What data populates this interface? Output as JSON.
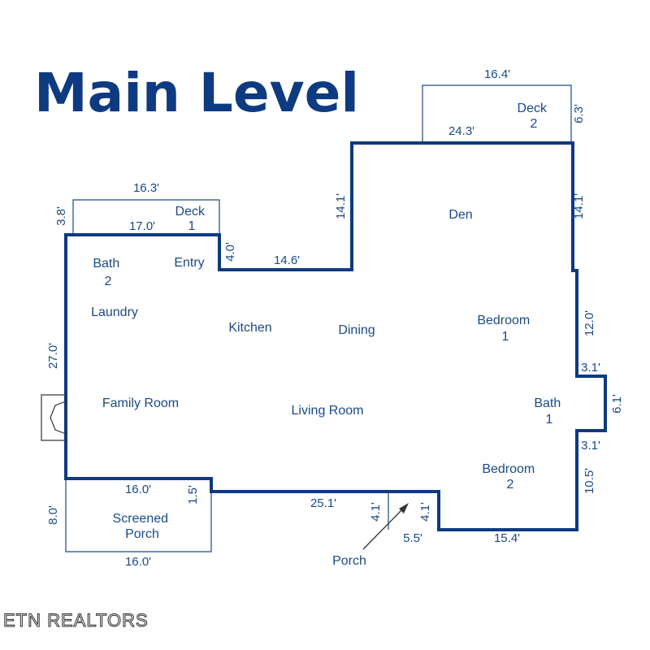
{
  "title": "Main Level",
  "brand": "ETN REALTORS",
  "rooms": {
    "deck1": [
      "Deck",
      "1"
    ],
    "deck2": [
      "Deck",
      "2"
    ],
    "bath2": [
      "Bath",
      "2"
    ],
    "entry": "Entry",
    "laundry": "Laundry",
    "kitchen": "Kitchen",
    "dining": "Dining",
    "den": "Den",
    "bedroom1": [
      "Bedroom",
      "1"
    ],
    "family_room": "Family Room",
    "living_room": "Living Room",
    "bath1": [
      "Bath",
      "1"
    ],
    "bedroom2": [
      "Bedroom",
      "2"
    ],
    "screened_porch": [
      "Screened",
      "Porch"
    ],
    "porch": "Porch"
  },
  "dimensions": {
    "deck1_width": "16.3'",
    "deck1_depth": "3.8'",
    "deck1_wall": "17.0'",
    "entry_step": "4.0'",
    "kitchen_wall": "14.6'",
    "den_left": "14.1'",
    "deck2_width": "16.4'",
    "deck2_depth": "6.3'",
    "den_top": "24.3'",
    "den_right": "14.1'",
    "bedroom1_right": "12.0'",
    "bath1_step_top": "3.1'",
    "bath1_bump": "6.1'",
    "bath1_step_bottom": "3.1'",
    "bedroom2_right": "10.5'",
    "bedroom2_bottom": "15.4'",
    "porch_bottom": "5.5'",
    "porch_left": "4.1'",
    "porch_right": "4.1'",
    "living_bottom": "25.1'",
    "screened_step": "1.5'",
    "screened_top": "16.0'",
    "screened_bottom": "16.0'",
    "screened_left": "8.0'",
    "left_wall": "27.0'"
  }
}
